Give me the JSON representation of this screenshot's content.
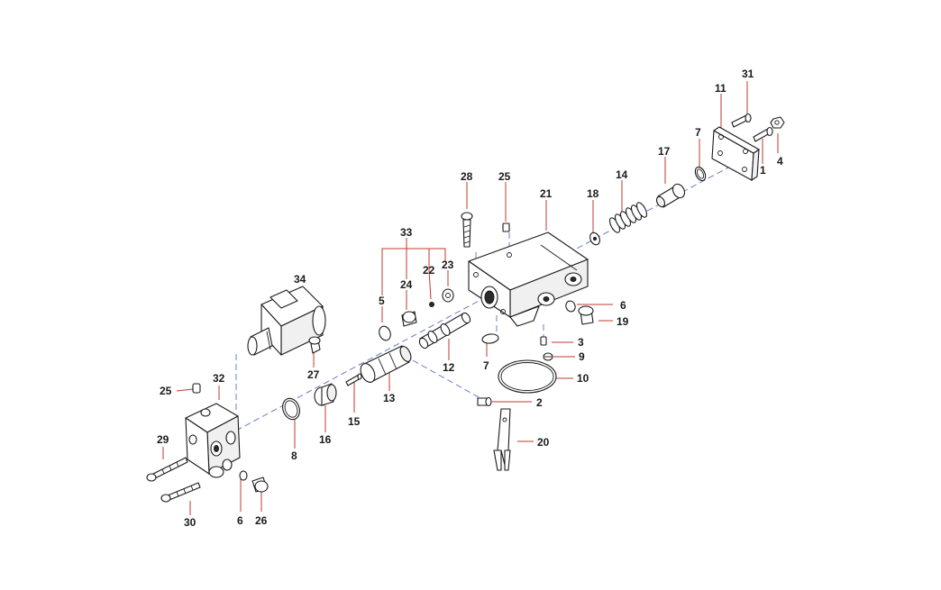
{
  "diagram": {
    "callouts": {
      "c1": "1",
      "c2": "2",
      "c3": "3",
      "c4": "4",
      "c5": "5",
      "c6a": "6",
      "c6b": "6",
      "c7a": "7",
      "c7b": "7",
      "c8": "8",
      "c9": "9",
      "c10": "10",
      "c11": "11",
      "c12": "12",
      "c13": "13",
      "c14": "14",
      "c15": "15",
      "c16": "16",
      "c17": "17",
      "c18": "18",
      "c19": "19",
      "c20": "20",
      "c21": "21",
      "c22": "22",
      "c23": "23",
      "c24": "24",
      "c25a": "25",
      "c25b": "25",
      "c26": "26",
      "c27": "27",
      "c28": "28",
      "c29": "29",
      "c30": "30",
      "c31": "31",
      "c32": "32",
      "c33": "33",
      "c34": "34"
    },
    "colors": {
      "leader_lines": "#c0392b",
      "axis_lines": "#6c7fc4",
      "outline": "#1a1a1a",
      "background": "#ffffff"
    }
  }
}
